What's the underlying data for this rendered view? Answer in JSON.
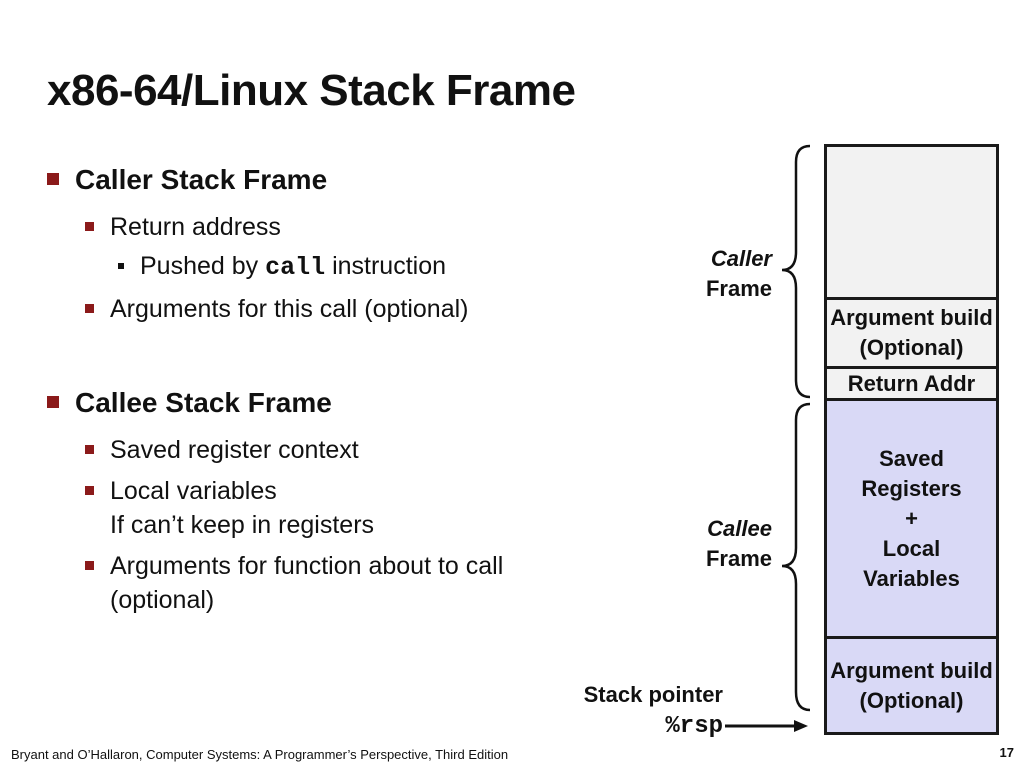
{
  "title": "x86-64/Linux Stack Frame",
  "caller_section": {
    "heading": "Caller Stack Frame",
    "return_address": "Return address",
    "pushed_by_prefix": "Pushed by",
    "pushed_by_code": "call",
    "pushed_by_suffix": "instruction",
    "arguments": "Arguments for this call (optional)"
  },
  "callee_section": {
    "heading": "Callee Stack Frame",
    "saved_registers": "Saved register context",
    "local_vars_line1": "Local variables",
    "local_vars_line2": "If can’t keep in registers",
    "args_line1": "Arguments for function about to call",
    "args_line2": "(optional)"
  },
  "diagram": {
    "cells": {
      "argbuild1_line1": "Argument build",
      "argbuild1_line2": "(Optional)",
      "return_addr": "Return Addr",
      "saved_line1": "Saved",
      "saved_line2": "Registers",
      "saved_line3": "+",
      "saved_line4": "Local",
      "saved_line5": "Variables",
      "argbuild2_line1": "Argument build",
      "argbuild2_line2": "(Optional)"
    },
    "caller_label_1": "Caller",
    "caller_label_2": "Frame",
    "callee_label_1": "Callee",
    "callee_label_2": "Frame",
    "stack_pointer_label": "Stack pointer",
    "stack_pointer_reg": "%rsp"
  },
  "footer": "Bryant and O’Hallaron, Computer Systems: A Programmer’s Perspective, Third Edition",
  "page_number": "17",
  "colors": {
    "bullet": "#8b1a1a",
    "callee_fill": "#d9d9f6",
    "caller_fill": "#f2f2f2"
  }
}
